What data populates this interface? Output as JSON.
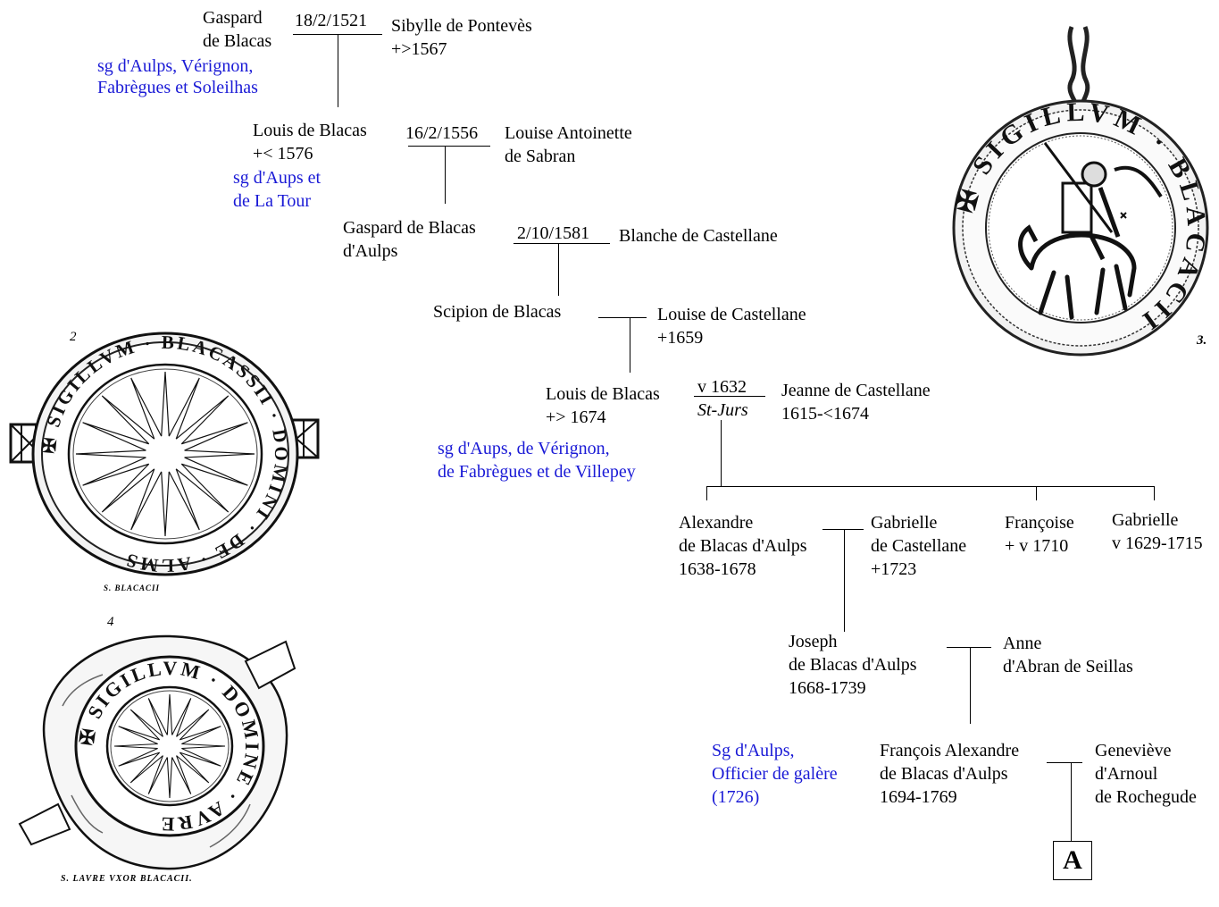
{
  "tree": {
    "gen1": {
      "husband": [
        "Gaspard",
        "de Blacas"
      ],
      "marriage_date": "18/2/1521",
      "wife": [
        "Sibylle de Pontevès",
        "+>1567"
      ],
      "title": [
        "sg d'Aulps, Vérignon,",
        "Fabrègues et Soleilhas"
      ]
    },
    "gen2": {
      "husband": [
        "Louis de Blacas",
        "+< 1576"
      ],
      "marriage_date": "16/2/1556",
      "wife": [
        "Louise Antoinette",
        "de Sabran"
      ],
      "title": [
        "sg d'Aups et",
        "de La Tour"
      ]
    },
    "gen3": {
      "husband": [
        "Gaspard de Blacas",
        "d'Aulps"
      ],
      "marriage_date": "2/10/1581",
      "wife": [
        "Blanche de Castellane"
      ]
    },
    "gen4": {
      "husband": [
        "Scipion de Blacas"
      ],
      "wife": [
        "Louise de Castellane",
        "+1659"
      ]
    },
    "gen5": {
      "husband": [
        "Louis de Blacas",
        "+> 1674"
      ],
      "marriage_date": "v 1632",
      "marriage_place": "St-Jurs",
      "wife": [
        "Jeanne de Castellane",
        "1615-<1674"
      ],
      "title": [
        "sg d'Aups, de Vérignon,",
        "de Fabrègues et de Villepey"
      ]
    },
    "gen6": {
      "husband": [
        "Alexandre",
        "de Blacas d'Aulps",
        "1638-1678"
      ],
      "wife": [
        "Gabrielle",
        "de Castellane",
        "+1723"
      ],
      "sibling1": [
        "Françoise",
        "+ v 1710"
      ],
      "sibling2": [
        "Gabrielle",
        "v 1629-1715"
      ]
    },
    "gen7": {
      "husband": [
        "Joseph",
        "de Blacas d'Aulps",
        "1668-1739"
      ],
      "wife": [
        "Anne",
        "d'Abran de Seillas"
      ]
    },
    "gen8": {
      "husband": [
        "François Alexandre",
        "de Blacas d'Aulps",
        "1694-1769"
      ],
      "wife": [
        "Geneviève",
        "d'Arnoul",
        "de Rochegude"
      ],
      "title": [
        "Sg d'Aulps,",
        "Officier de galère",
        "(1726)"
      ]
    },
    "continuation": "A"
  },
  "seals": {
    "seal1": {
      "legend": "✠ SIGILLVM · BLACACII",
      "number": "3."
    },
    "seal2": {
      "legend": "✠ SIGILLVM · BLACASSII · DOMINI · DE · ALMS",
      "number": "2",
      "caption": "S. BLACACII"
    },
    "seal3": {
      "legend": "✠ SIGILLVM · DOMINE · AVRE",
      "number": "4",
      "caption": "S. LAVRE VXOR BLACACII."
    }
  },
  "colors": {
    "text": "#000000",
    "title_blue": "#1a1ad6",
    "background": "#ffffff"
  }
}
